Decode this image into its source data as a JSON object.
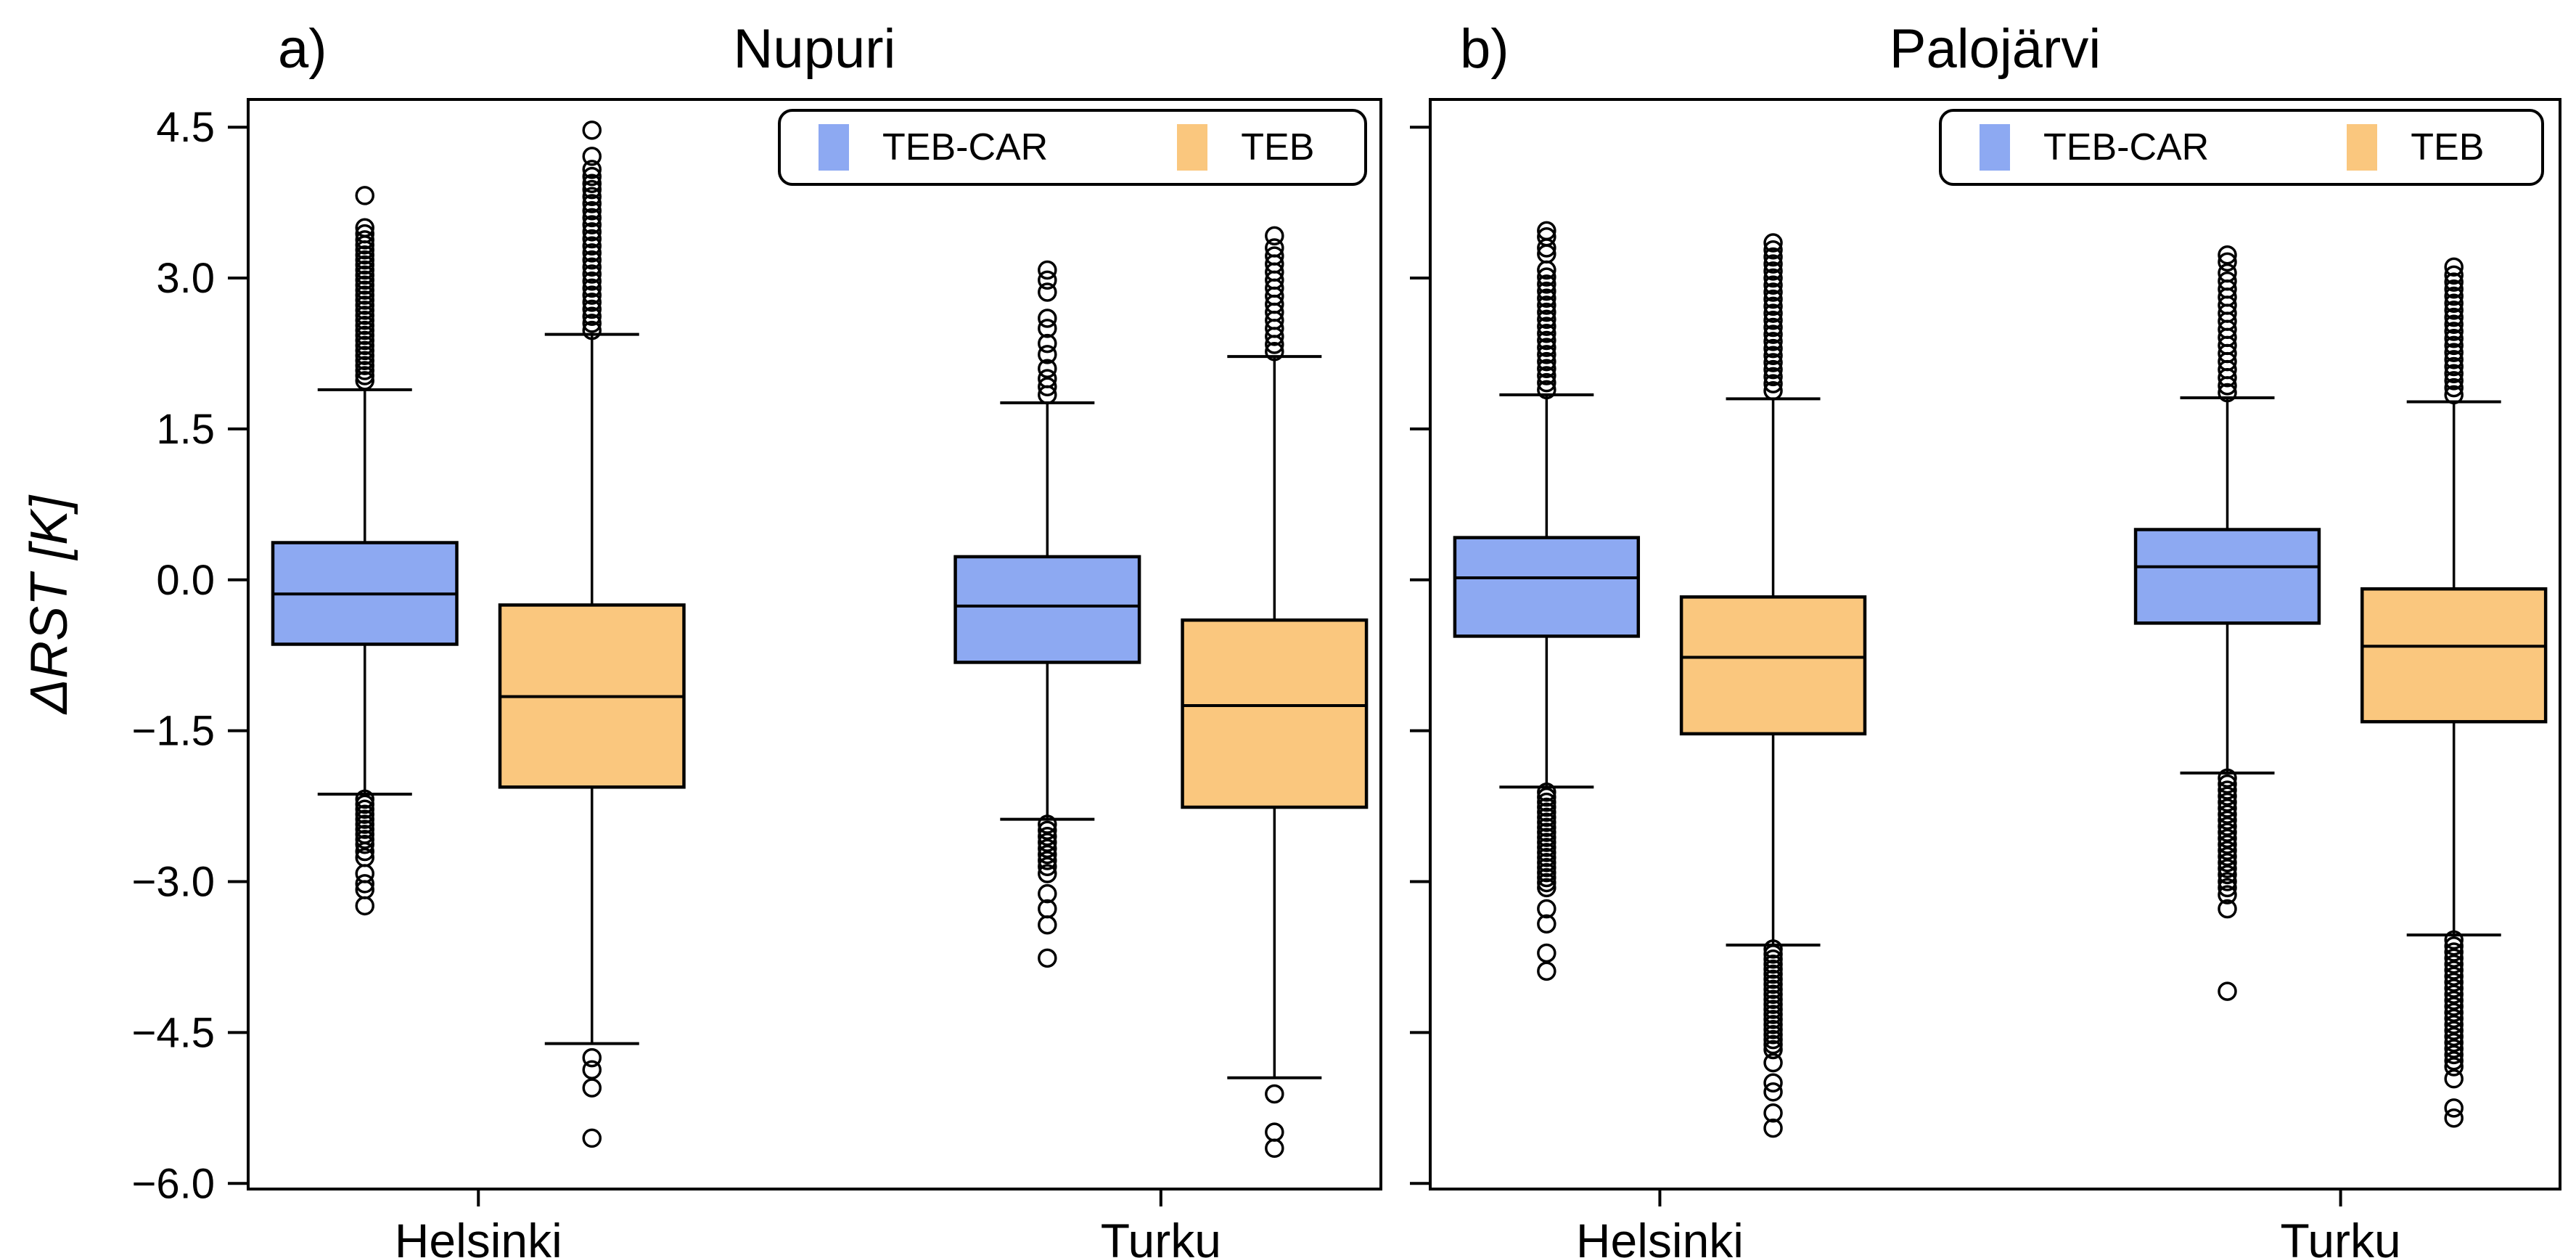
{
  "figure": {
    "background": "#ffffff",
    "axis_color": "#000000"
  },
  "colors": {
    "teb_car_blue": "#8DA9F2",
    "teb_orange": "#FAC77E",
    "line_black": "#000000"
  },
  "y_axis": {
    "label": "ΔRST [K]",
    "ticks": [
      "4.5",
      "3.0",
      "1.5",
      "0.0",
      "−1.5",
      "−3.0",
      "−4.5",
      "−6.0"
    ],
    "tick_values": [
      4.5,
      3.0,
      1.5,
      0.0,
      -1.5,
      -3.0,
      -4.5,
      -6.0
    ],
    "ylim": [
      -6.07,
      4.79
    ]
  },
  "legend": {
    "entries": [
      {
        "label": "TEB-CAR",
        "color": "#8DA9F2"
      },
      {
        "label": "TEB",
        "color": "#FAC77E"
      }
    ]
  },
  "chart_data": [
    {
      "type": "boxplot",
      "panel_label": "a)",
      "title": "Nupuri",
      "categories": [
        "Helsinki",
        "Turku"
      ],
      "ylim": [
        -6.07,
        4.79
      ],
      "grid": false,
      "legend_position": "upper right",
      "series": [
        {
          "name": "TEB-CAR",
          "color": "#8DA9F2",
          "boxes": [
            {
              "category": "Helsinki",
              "whislo": -2.13,
              "q1": -0.64,
              "med": -0.14,
              "q3": 0.37,
              "whishi": 1.89,
              "fliers_high": [
                3.82,
                3.5,
                3.44,
                3.38,
                3.33,
                3.28,
                3.23,
                3.18,
                3.13,
                3.08,
                3.03,
                2.98,
                2.93,
                2.88,
                2.83,
                2.78,
                2.73,
                2.68,
                2.63,
                2.58,
                2.53,
                2.48,
                2.43,
                2.38,
                2.33,
                2.28,
                2.23,
                2.18,
                2.13,
                2.08,
                2.03,
                1.98
              ],
              "fliers_low": [
                -2.18,
                -2.23,
                -2.28,
                -2.33,
                -2.38,
                -2.43,
                -2.48,
                -2.53,
                -2.58,
                -2.63,
                -2.7,
                -2.76,
                -2.92,
                -3.02,
                -3.08,
                -3.24
              ]
            },
            {
              "category": "Turku",
              "whislo": -2.38,
              "q1": -0.82,
              "med": -0.26,
              "q3": 0.23,
              "whishi": 1.76,
              "fliers_high": [
                3.08,
                2.98,
                2.86,
                2.6,
                2.5,
                2.35,
                2.24,
                2.1,
                2.0,
                1.92,
                1.84
              ],
              "fliers_low": [
                -2.43,
                -2.49,
                -2.55,
                -2.61,
                -2.67,
                -2.73,
                -2.79,
                -2.85,
                -2.92,
                -3.12,
                -3.27,
                -3.43,
                -3.76
              ]
            }
          ]
        },
        {
          "name": "TEB",
          "color": "#FAC77E",
          "boxes": [
            {
              "category": "Helsinki",
              "whislo": -4.61,
              "q1": -2.06,
              "med": -1.16,
              "q3": -0.25,
              "whishi": 2.44,
              "fliers_high": [
                4.47,
                4.21,
                4.08,
                4.01,
                3.94,
                3.88,
                3.81,
                3.74,
                3.67,
                3.6,
                3.53,
                3.46,
                3.39,
                3.32,
                3.25,
                3.18,
                3.11,
                3.04,
                2.97,
                2.9,
                2.83,
                2.76,
                2.69,
                2.62,
                2.55,
                2.48
              ],
              "fliers_low": [
                -4.75,
                -4.87,
                -5.05,
                -5.55
              ]
            },
            {
              "category": "Turku",
              "whislo": -4.95,
              "q1": -2.26,
              "med": -1.25,
              "q3": -0.4,
              "whishi": 2.22,
              "fliers_high": [
                3.42,
                3.3,
                3.22,
                3.14,
                3.06,
                2.98,
                2.9,
                2.82,
                2.74,
                2.66,
                2.58,
                2.5,
                2.42,
                2.34,
                2.27
              ],
              "fliers_low": [
                -5.11,
                -5.49,
                -5.65
              ]
            }
          ]
        }
      ]
    },
    {
      "type": "boxplot",
      "panel_label": "b)",
      "title": "Palojärvi",
      "categories": [
        "Helsinki",
        "Turku"
      ],
      "ylim": [
        -6.07,
        4.79
      ],
      "grid": false,
      "legend_position": "upper right",
      "series": [
        {
          "name": "TEB-CAR",
          "color": "#8DA9F2",
          "boxes": [
            {
              "category": "Helsinki",
              "whislo": -2.06,
              "q1": -0.56,
              "med": 0.02,
              "q3": 0.42,
              "whishi": 1.84,
              "fliers_high": [
                3.47,
                3.41,
                3.3,
                3.24,
                3.08,
                3.01,
                2.94,
                2.87,
                2.8,
                2.73,
                2.66,
                2.59,
                2.52,
                2.45,
                2.38,
                2.31,
                2.24,
                2.17,
                2.1,
                2.03,
                1.96,
                1.89
              ],
              "fliers_low": [
                -2.11,
                -2.16,
                -2.21,
                -2.26,
                -2.31,
                -2.36,
                -2.41,
                -2.46,
                -2.51,
                -2.56,
                -2.61,
                -2.66,
                -2.71,
                -2.76,
                -2.81,
                -2.86,
                -2.91,
                -2.96,
                -3.01,
                -3.06,
                -3.27,
                -3.42,
                -3.71,
                -3.89
              ]
            },
            {
              "category": "Turku",
              "whislo": -1.92,
              "q1": -0.43,
              "med": 0.13,
              "q3": 0.5,
              "whishi": 1.81,
              "fliers_high": [
                3.23,
                3.16,
                3.05,
                2.97,
                2.89,
                2.81,
                2.73,
                2.65,
                2.57,
                2.49,
                2.41,
                2.33,
                2.25,
                2.17,
                2.09,
                2.01,
                1.93,
                1.86
              ],
              "fliers_low": [
                -1.97,
                -2.03,
                -2.09,
                -2.15,
                -2.21,
                -2.27,
                -2.33,
                -2.39,
                -2.45,
                -2.51,
                -2.57,
                -2.63,
                -2.69,
                -2.75,
                -2.81,
                -2.87,
                -2.93,
                -3.0,
                -3.06,
                -3.13,
                -3.27,
                -4.09
              ]
            }
          ]
        },
        {
          "name": "TEB",
          "color": "#FAC77E",
          "boxes": [
            {
              "category": "Helsinki",
              "whislo": -3.63,
              "q1": -1.53,
              "med": -0.77,
              "q3": -0.17,
              "whishi": 1.8,
              "fliers_high": [
                3.35,
                3.28,
                3.21,
                3.14,
                3.07,
                3.0,
                2.93,
                2.86,
                2.79,
                2.72,
                2.65,
                2.58,
                2.51,
                2.44,
                2.37,
                2.3,
                2.23,
                2.16,
                2.09,
                2.02,
                1.95,
                1.88
              ],
              "fliers_low": [
                -3.67,
                -3.72,
                -3.77,
                -3.82,
                -3.87,
                -3.92,
                -3.97,
                -4.02,
                -4.07,
                -4.12,
                -4.17,
                -4.22,
                -4.27,
                -4.32,
                -4.37,
                -4.42,
                -4.47,
                -4.52,
                -4.57,
                -4.62,
                -4.67,
                -4.8,
                -5.0,
                -5.09,
                -5.3,
                -5.45
              ]
            },
            {
              "category": "Turku",
              "whislo": -3.53,
              "q1": -1.41,
              "med": -0.66,
              "q3": -0.09,
              "whishi": 1.77,
              "fliers_high": [
                3.11,
                3.03,
                2.96,
                2.89,
                2.82,
                2.75,
                2.68,
                2.61,
                2.54,
                2.47,
                2.4,
                2.33,
                2.26,
                2.19,
                2.12,
                2.05,
                1.98,
                1.91,
                1.84
              ],
              "fliers_low": [
                -3.58,
                -3.64,
                -3.7,
                -3.76,
                -3.82,
                -3.88,
                -3.94,
                -4.0,
                -4.06,
                -4.12,
                -4.18,
                -4.24,
                -4.3,
                -4.36,
                -4.42,
                -4.48,
                -4.54,
                -4.6,
                -4.66,
                -4.72,
                -4.78,
                -4.84,
                -4.96,
                -5.25,
                -5.35
              ]
            }
          ]
        }
      ]
    }
  ]
}
